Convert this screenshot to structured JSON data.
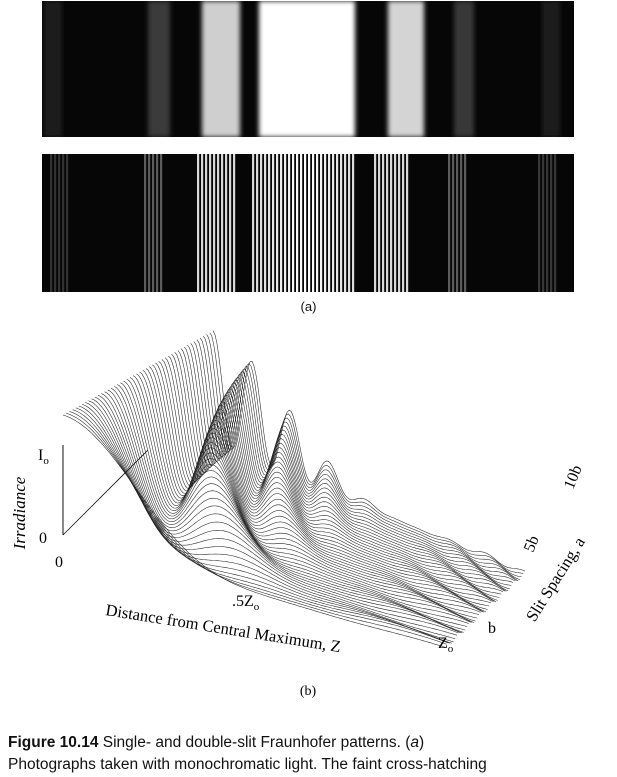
{
  "figure": {
    "panel_a_label": "(a)",
    "panel_b_label": "(b)",
    "plot": {
      "y_axis_label": "Irradiance",
      "y_tick_top": "I",
      "y_tick_top_sub": "o",
      "y_tick_zero": "0",
      "x_tick_zero": "0",
      "x_tick_mid": ".5Z",
      "x_tick_mid_sub": "o",
      "x_tick_end": "Z",
      "x_tick_end_sub": "o",
      "x_axis_label": "Distance from Central Maximum, Z",
      "depth_axis_label": "Slit Spacing, a",
      "depth_tick_b": "b",
      "depth_tick_5b": "5b",
      "depth_tick_10b": "10b"
    }
  },
  "caption": {
    "figure_number": "Figure 10.14",
    "line1_rest": " Single- and double-slit Fraunhofer patterns. (",
    "line1_italic": "a",
    "line1_end": ")",
    "line2": "Photographs taken with monochromatic light. The faint cross-hatching"
  }
}
